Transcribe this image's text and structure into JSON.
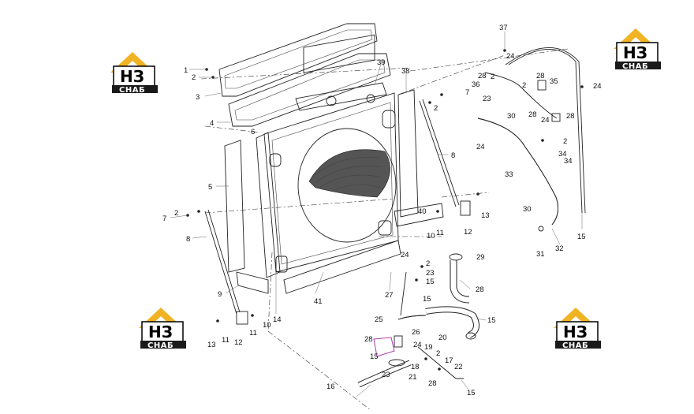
{
  "logo": {
    "word": "НЗ",
    "sub": "СНАБ",
    "accent": "#f0b323",
    "dark": "#1a1a1a"
  },
  "callouts": [
    "1",
    "2",
    "3",
    "4",
    "5",
    "6",
    "7",
    "2",
    "8",
    "9",
    "13",
    "11",
    "12",
    "10",
    "11",
    "14",
    "39",
    "38",
    "7",
    "2",
    "8",
    "40",
    "10",
    "11",
    "12",
    "13",
    "41",
    "37",
    "24",
    "28",
    "2",
    "36",
    "23",
    "28",
    "35",
    "24",
    "28",
    "2",
    "24",
    "28",
    "30",
    "24",
    "2",
    "34",
    "34",
    "33",
    "30",
    "31",
    "32",
    "15",
    "24",
    "2",
    "23",
    "15",
    "29",
    "28",
    "27",
    "15",
    "25",
    "26",
    "15",
    "20",
    "28",
    "19",
    "24",
    "2",
    "17",
    "15",
    "18",
    "23",
    "22",
    "21",
    "28",
    "15",
    "16"
  ]
}
